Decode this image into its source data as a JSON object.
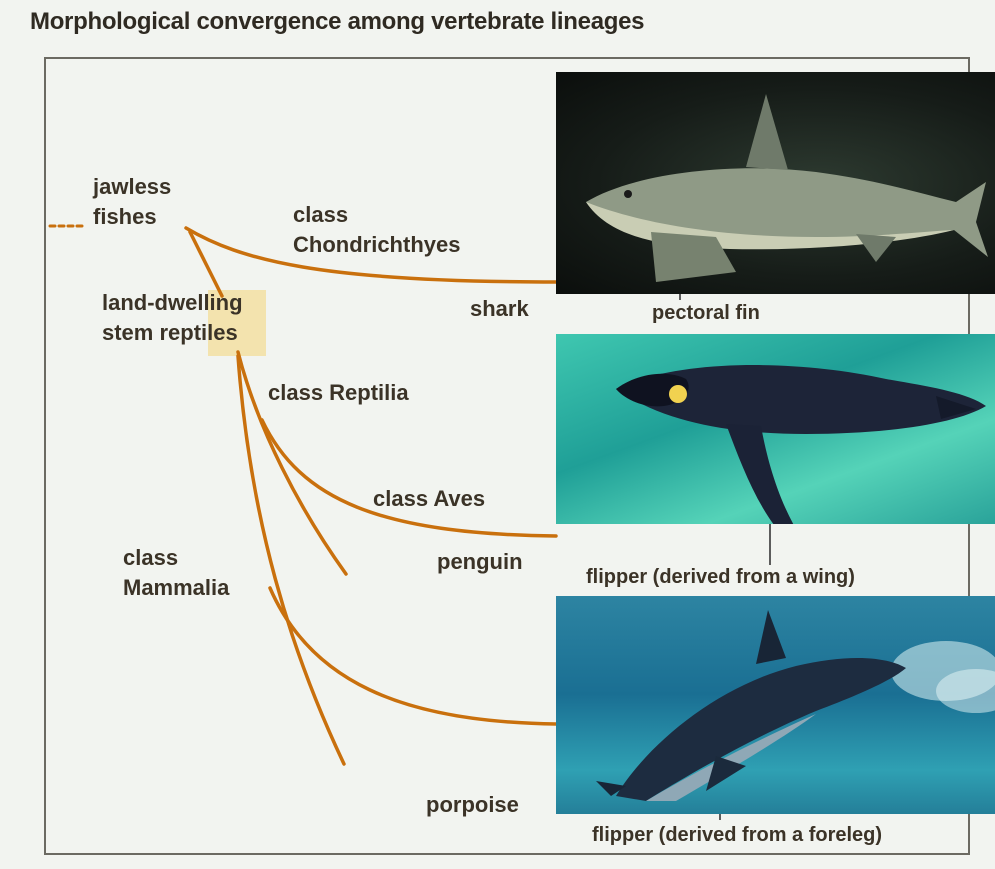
{
  "title": "Morphological convergence among vertebrate lineages",
  "labels": {
    "jawless_fishes": "jawless fishes",
    "stem_reptiles": "land-dwelling stem reptiles",
    "chondrichthyes": "class Chondrichthyes",
    "reptilia": "class Reptilia",
    "aves": "class Aves",
    "mammalia": "class Mammalia",
    "shark": "shark",
    "penguin": "penguin",
    "porpoise": "porpoise"
  },
  "captions": {
    "shark": "pectoral fin",
    "penguin": "flipper (derived from a wing)",
    "porpoise": "flipper (derived from a foreleg)"
  },
  "colors": {
    "branch": "#c9700d",
    "frame": "#6c6a62",
    "text": "#3b3327"
  }
}
